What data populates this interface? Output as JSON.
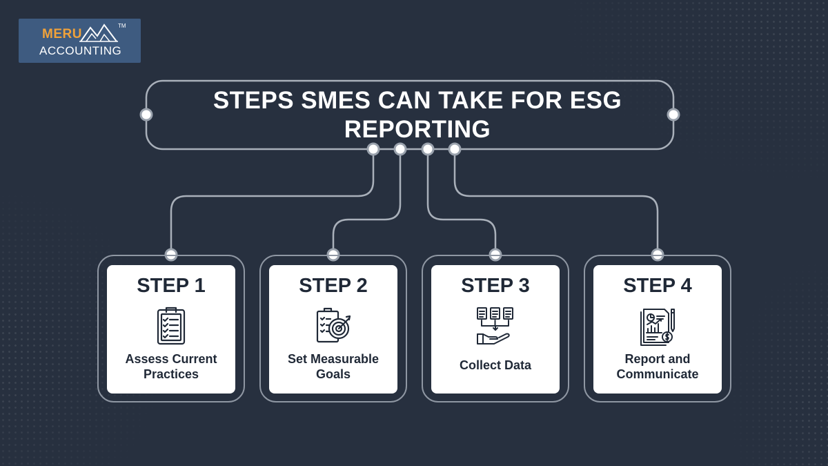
{
  "brand": {
    "name_top": "MERU",
    "name_bottom": "ACCOUNTING",
    "trademark": "TM",
    "accent_color": "#f0a23a",
    "box_color": "#3e5b80"
  },
  "title": "STEPS SMES CAN TAKE FOR ESG REPORTING",
  "colors": {
    "background": "#27303f",
    "connector": "#a9b0ba",
    "card": "#ffffff",
    "text_dark": "#1f2836"
  },
  "steps": [
    {
      "number": "STEP 1",
      "label": "Assess Current Practices",
      "icon": "clipboard-checklist-icon"
    },
    {
      "number": "STEP 2",
      "label": "Set Measurable Goals",
      "icon": "target-goal-icon"
    },
    {
      "number": "STEP 3",
      "label": "Collect Data",
      "icon": "documents-to-hand-icon"
    },
    {
      "number": "STEP 4",
      "label": "Report and Communicate",
      "icon": "financial-report-icon"
    }
  ]
}
